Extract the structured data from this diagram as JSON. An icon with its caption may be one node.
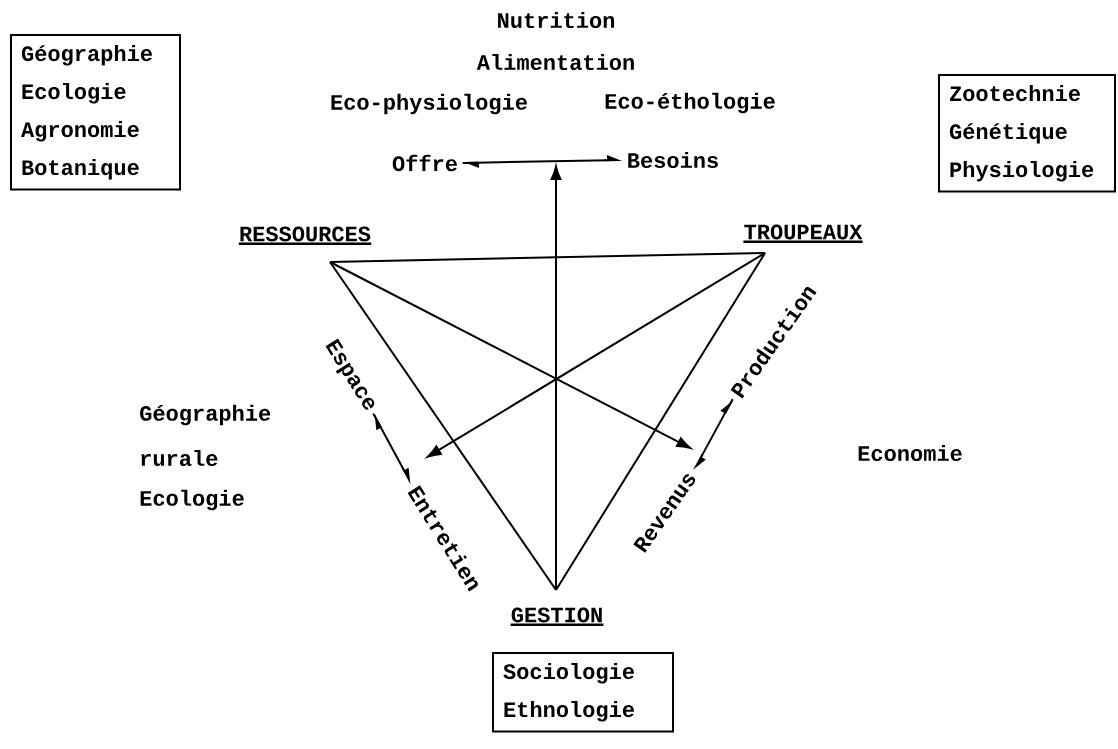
{
  "diagram": {
    "nodes": [
      {
        "text": [
          "Géographie",
          "Ecologie",
          "Agronomie",
          "Botanique"
        ]
      },
      {
        "text": [
          "Zootechnie",
          "Génétique",
          "Physiologie"
        ]
      },
      {
        "text": [
          "RESSOURCES"
        ]
      },
      {
        "text": [
          "TROUPEAUX"
        ]
      },
      {
        "text": [
          "GESTION"
        ]
      },
      {
        "text": [
          "Sociologie",
          "Ethnologie"
        ]
      },
      {
        "text": [
          "Offre"
        ]
      },
      {
        "text": [
          "Besoins"
        ]
      },
      {
        "text": [
          "Espace"
        ]
      },
      {
        "text": [
          "Entretien"
        ]
      },
      {
        "text": [
          "Production"
        ]
      },
      {
        "text": [
          "Revenus"
        ]
      }
    ],
    "edges": [
      {
        "from": 2,
        "to": 3,
        "arrow": "none"
      },
      {
        "from": 2,
        "to": 4,
        "arrow": "none"
      },
      {
        "from": 3,
        "to": 4,
        "arrow": "none"
      },
      {
        "from": 4,
        "to": null,
        "arrow": "to"
      },
      {
        "from": 2,
        "to": null,
        "arrow": "to"
      },
      {
        "from": 3,
        "to": null,
        "arrow": "to"
      },
      {
        "from": 6,
        "to": 7,
        "arrow": "both"
      },
      {
        "from": 8,
        "to": 9,
        "arrow": "both"
      },
      {
        "from": 10,
        "to": 11,
        "arrow": "both"
      }
    ],
    "labels": [
      "Nutrition",
      "Alimentation",
      "Eco-physiologie",
      "Eco-éthologie",
      "Géographie",
      "rurale",
      "Ecologie",
      "Economie"
    ]
  }
}
